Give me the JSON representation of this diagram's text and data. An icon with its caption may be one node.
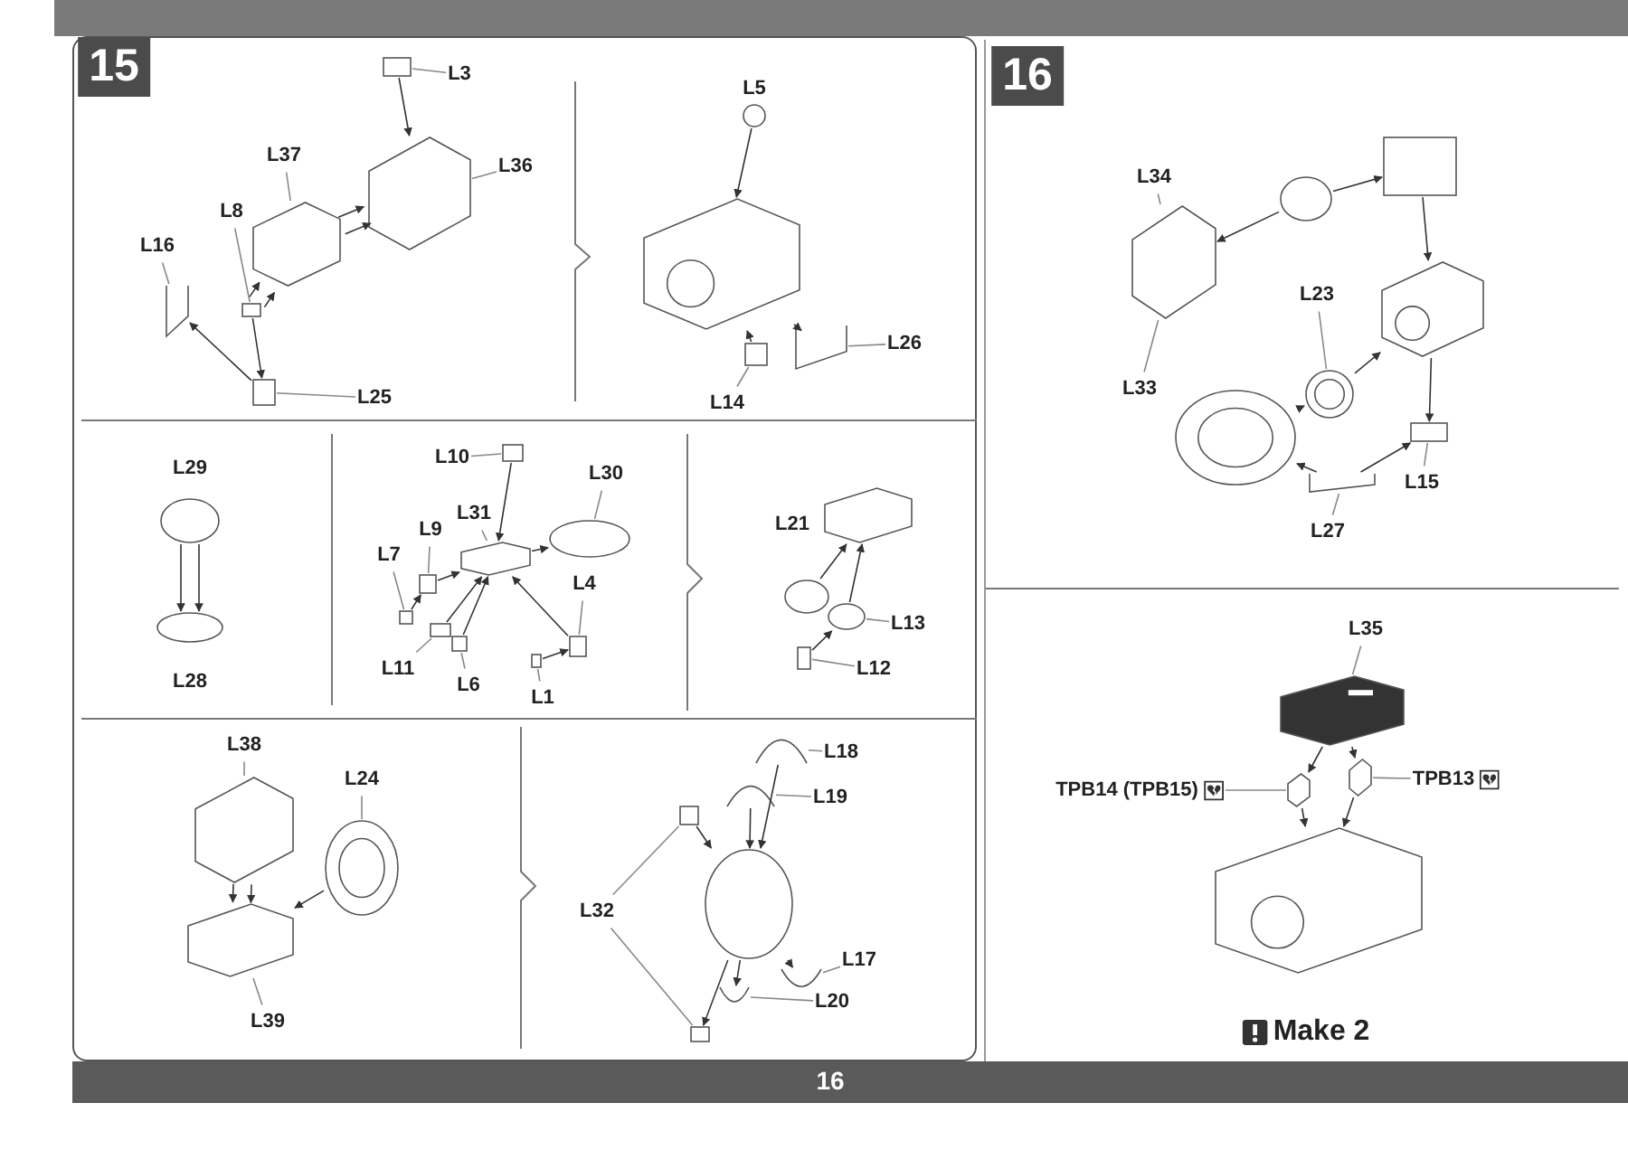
{
  "diagram": {
    "nodes": [
      {
        "text": [
          "15"
        ]
      },
      {
        "text": [
          "16"
        ]
      },
      {
        "text": [
          "L3"
        ]
      },
      {
        "text": [
          "L37"
        ]
      },
      {
        "text": [
          "L36"
        ]
      },
      {
        "text": [
          "L8"
        ]
      },
      {
        "text": [
          "L16"
        ]
      },
      {
        "text": [
          "L25"
        ]
      },
      {
        "text": [
          "L14"
        ]
      },
      {
        "text": [
          "L26"
        ]
      },
      {
        "text": [
          "L10"
        ]
      },
      {
        "text": [
          "L30"
        ]
      },
      {
        "text": [
          "L31"
        ]
      },
      {
        "text": [
          "L9"
        ]
      },
      {
        "text": [
          "L7"
        ]
      },
      {
        "text": [
          "L4"
        ]
      },
      {
        "text": [
          "L11"
        ]
      },
      {
        "text": [
          "L6"
        ]
      },
      {
        "text": [
          "L1"
        ]
      },
      {
        "text": [
          "L13"
        ]
      },
      {
        "text": [
          "L12"
        ]
      },
      {
        "text": [
          "L38"
        ]
      },
      {
        "text": [
          "L24"
        ]
      },
      {
        "text": [
          "L18"
        ]
      },
      {
        "text": [
          "L19"
        ]
      },
      {
        "text": [
          "L32"
        ]
      },
      {
        "text": [
          "L17"
        ]
      },
      {
        "text": [
          "L20"
        ]
      },
      {
        "text": [
          "L39"
        ]
      },
      {
        "text": [
          "L34"
        ]
      },
      {
        "text": [
          "L23"
        ]
      },
      {
        "text": [
          "L33"
        ]
      },
      {
        "text": [
          "L15"
        ]
      },
      {
        "text": [
          "L27"
        ]
      },
      {
        "text": [
          "L35"
        ]
      },
      {
        "text": [
          "TPB14 (TPB15)"
        ]
      },
      {
        "text": [
          "TPB13"
        ]
      },
      {
        "text": [],
        "shape": "box"
      },
      {
        "text": [],
        "shape": "picture"
      },
      {
        "text": [],
        "shape": "picture"
      },
      {
        "text": [],
        "shape": "box"
      },
      {
        "text": [],
        "shape": "picture"
      },
      {
        "text": [],
        "shape": "box"
      },
      {
        "text": [],
        "shape": "picture"
      },
      {
        "text": [],
        "shape": "circle",
        "beside": [
          "L5"
        ]
      },
      {
        "text": [],
        "shape": "box"
      },
      {
        "text": [],
        "shape": "picture"
      },
      {
        "text": [],
        "shape": "circle",
        "beside": [
          "L29"
        ]
      },
      {
        "text": [],
        "shape": "circle",
        "beside": [
          "L28"
        ]
      },
      {
        "text": [],
        "shape": "box"
      },
      {
        "text": [],
        "shape": "circle"
      },
      {
        "text": [],
        "shape": "picture"
      },
      {
        "text": [],
        "shape": "box"
      },
      {
        "text": [],
        "shape": "box"
      },
      {
        "text": [],
        "shape": "box"
      },
      {
        "text": [],
        "shape": "box"
      },
      {
        "text": [],
        "shape": "box"
      },
      {
        "text": [],
        "shape": "box"
      },
      {
        "text": [],
        "shape": "picture",
        "beside": [
          "L21"
        ]
      },
      {
        "text": [],
        "shape": "circle"
      },
      {
        "text": [],
        "shape": "circle"
      },
      {
        "text": [],
        "shape": "box"
      },
      {
        "text": [],
        "shape": "picture"
      },
      {
        "text": [],
        "shape": "circle"
      },
      {
        "text": [],
        "shape": "picture"
      },
      {
        "text": [],
        "shape": "picture"
      },
      {
        "text": [],
        "shape": "picture"
      },
      {
        "text": [],
        "shape": "box"
      },
      {
        "text": [],
        "shape": "circle"
      },
      {
        "text": [],
        "shape": "picture"
      },
      {
        "text": [],
        "shape": "picture"
      },
      {
        "text": [],
        "shape": "box"
      },
      {
        "text": [],
        "shape": "picture"
      },
      {
        "text": [],
        "shape": "circle"
      },
      {
        "text": [],
        "shape": "box"
      },
      {
        "text": [],
        "shape": "picture"
      },
      {
        "text": [],
        "shape": "circle"
      },
      {
        "text": [],
        "shape": "circle"
      },
      {
        "text": [],
        "shape": "box"
      },
      {
        "text": [],
        "shape": "picture"
      },
      {
        "text": [],
        "shape": "picture"
      },
      {
        "text": [],
        "shape": "picture"
      },
      {
        "text": [],
        "shape": "picture"
      },
      {
        "text": [],
        "shape": "picture"
      }
    ],
    "edges": [
      {
        "from": 2,
        "to": 37,
        "arrow": "none",
        "color": "#888888"
      },
      {
        "from": 3,
        "to": 39,
        "arrow": "none",
        "color": "#888888"
      },
      {
        "from": 4,
        "to": 38,
        "arrow": "none",
        "color": "#888888"
      },
      {
        "from": 5,
        "to": 40,
        "arrow": "none",
        "color": "#888888"
      },
      {
        "from": 6,
        "to": 41,
        "arrow": "none",
        "color": "#888888"
      },
      {
        "from": 7,
        "to": 42,
        "arrow": "none",
        "color": "#888888"
      },
      {
        "from": 8,
        "to": 45,
        "arrow": "none",
        "color": "#888888"
      },
      {
        "from": 9,
        "to": 46,
        "arrow": "none",
        "color": "#888888"
      },
      {
        "from": 10,
        "to": 49,
        "arrow": "none",
        "color": "#888888"
      },
      {
        "from": 11,
        "to": 50,
        "arrow": "none",
        "color": "#888888"
      },
      {
        "from": 12,
        "to": 51,
        "arrow": "none",
        "color": "#888888"
      },
      {
        "from": 13,
        "to": 52,
        "arrow": "none",
        "color": "#888888"
      },
      {
        "from": 14,
        "to": 53,
        "arrow": "none",
        "color": "#888888"
      },
      {
        "from": 15,
        "to": 56,
        "arrow": "none",
        "color": "#888888"
      },
      {
        "from": 16,
        "to": 54,
        "arrow": "none",
        "color": "#888888"
      },
      {
        "from": 17,
        "to": 55,
        "arrow": "none",
        "color": "#888888"
      },
      {
        "from": 18,
        "to": 57,
        "arrow": "none",
        "color": "#888888"
      },
      {
        "from": 19,
        "to": 60,
        "arrow": "none",
        "color": "#888888"
      },
      {
        "from": 20,
        "to": 61,
        "arrow": "none",
        "color": "#888888"
      },
      {
        "from": 21,
        "to": 62,
        "arrow": "none",
        "color": "#888888"
      },
      {
        "from": 22,
        "to": 63,
        "arrow": "none",
        "color": "#888888"
      },
      {
        "from": 23,
        "to": 65,
        "arrow": "none",
        "color": "#888888"
      },
      {
        "from": 24,
        "to": 66,
        "arrow": "none",
        "color": "#888888"
      },
      {
        "from": 25,
        "to": 67,
        "arrow": "none",
        "color": "#888888"
      },
      {
        "from": 25,
        "to": 71,
        "arrow": "none",
        "color": "#888888"
      },
      {
        "from": 26,
        "to": 69,
        "arrow": "none",
        "color": "#888888"
      },
      {
        "from": 27,
        "to": 70,
        "arrow": "none",
        "color": "#888888"
      },
      {
        "from": 28,
        "to": 64,
        "arrow": "none",
        "color": "#888888"
      },
      {
        "from": 29,
        "to": 72,
        "arrow": "none",
        "color": "#888888"
      },
      {
        "from": 30,
        "to": 76,
        "arrow": "none",
        "color": "#888888"
      },
      {
        "from": 31,
        "to": 72,
        "arrow": "none",
        "color": "#888888"
      },
      {
        "from": 32,
        "to": 78,
        "arrow": "none",
        "color": "#888888"
      },
      {
        "from": 33,
        "to": 79,
        "arrow": "none",
        "color": "#888888"
      },
      {
        "from": 34,
        "to": 80,
        "arrow": "none",
        "color": "#888888"
      },
      {
        "from": 35,
        "to": 81,
        "arrow": "none",
        "color": "#888888"
      },
      {
        "from": 36,
        "to": 82,
        "arrow": "none",
        "color": "#888888"
      },
      {
        "from": 37,
        "to": 38,
        "arrow": "to"
      },
      {
        "from": 39,
        "to": 38,
        "arrow": "to"
      },
      {
        "from": 39,
        "to": 38,
        "arrow": "to"
      },
      {
        "from": 40,
        "to": 39,
        "arrow": "to"
      },
      {
        "from": 40,
        "to": 39,
        "arrow": "to"
      },
      {
        "from": 40,
        "to": 42,
        "arrow": "to"
      },
      {
        "from": 42,
        "to": 41,
        "arrow": "to"
      },
      {
        "from": 44,
        "to": 43,
        "arrow": "to"
      },
      {
        "from": 45,
        "to": 43,
        "arrow": "to"
      },
      {
        "from": 46,
        "to": 43,
        "arrow": "to"
      },
      {
        "from": 47,
        "to": 48,
        "arrow": "to"
      },
      {
        "from": 47,
        "to": 48,
        "arrow": "to"
      },
      {
        "from": 49,
        "to": 51,
        "arrow": "to"
      },
      {
        "from": 52,
        "to": 51,
        "arrow": "to"
      },
      {
        "from": 53,
        "to": 52,
        "arrow": "to"
      },
      {
        "from": 54,
        "to": 51,
        "arrow": "to"
      },
      {
        "from": 55,
        "to": 51,
        "arrow": "to"
      },
      {
        "from": 56,
        "to": 51,
        "arrow": "to"
      },
      {
        "from": 57,
        "to": 56,
        "arrow": "to"
      },
      {
        "from": 51,
        "to": 50,
        "arrow": "to"
      },
      {
        "from": 59,
        "to": 58,
        "arrow": "to"
      },
      {
        "from": 60,
        "to": 58,
        "arrow": "to"
      },
      {
        "from": 61,
        "to": 60,
        "arrow": "to"
      },
      {
        "from": 62,
        "to": 64,
        "arrow": "to"
      },
      {
        "from": 62,
        "to": 64,
        "arrow": "to"
      },
      {
        "from": 63,
        "to": 64,
        "arrow": "to"
      },
      {
        "from": 65,
        "to": 68,
        "arrow": "to"
      },
      {
        "from": 66,
        "to": 68,
        "arrow": "to"
      },
      {
        "from": 67,
        "to": 68,
        "arrow": "to"
      },
      {
        "from": 68,
        "to": 69,
        "arrow": "to"
      },
      {
        "from": 68,
        "to": 70,
        "arrow": "to"
      },
      {
        "from": 68,
        "to": 71,
        "arrow": "to"
      },
      {
        "from": 73,
        "to": 74,
        "arrow": "to"
      },
      {
        "from": 73,
        "to": 72,
        "arrow": "to"
      },
      {
        "from": 74,
        "to": 75,
        "arrow": "to"
      },
      {
        "from": 75,
        "to": 78,
        "arrow": "to"
      },
      {
        "from": 76,
        "to": 75,
        "arrow": "to"
      },
      {
        "from": 77,
        "to": 76,
        "arrow": "to"
      },
      {
        "from": 79,
        "to": 78,
        "arrow": "to"
      },
      {
        "from": 79,
        "to": 77,
        "arrow": "to"
      },
      {
        "from": 80,
        "to": 81,
        "arrow": "to"
      },
      {
        "from": 80,
        "to": 82,
        "arrow": "to"
      },
      {
        "from": 81,
        "to": 83,
        "arrow": "to"
      },
      {
        "from": 82,
        "to": 83,
        "arrow": "to"
      }
    ],
    "labels": [
      "Make 2",
      "16"
    ]
  }
}
